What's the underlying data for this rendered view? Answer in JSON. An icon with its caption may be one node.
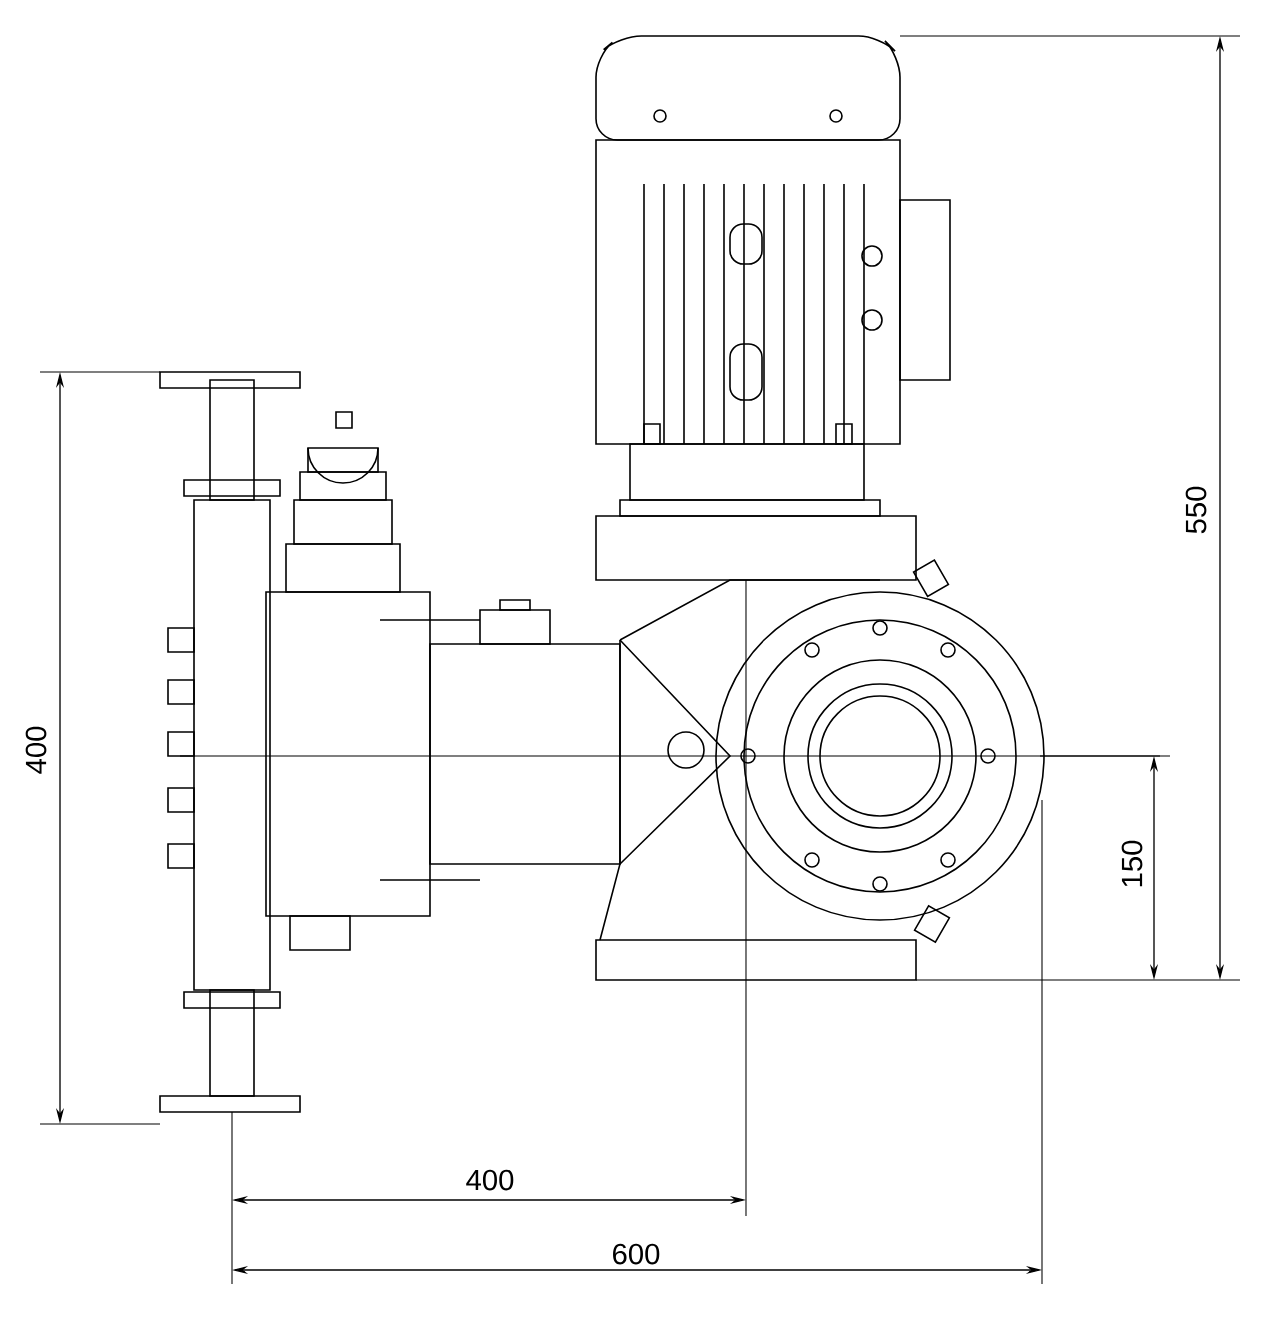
{
  "diagram": {
    "labels": [
      "550",
      "400",
      "150",
      "400",
      "600"
    ]
  }
}
